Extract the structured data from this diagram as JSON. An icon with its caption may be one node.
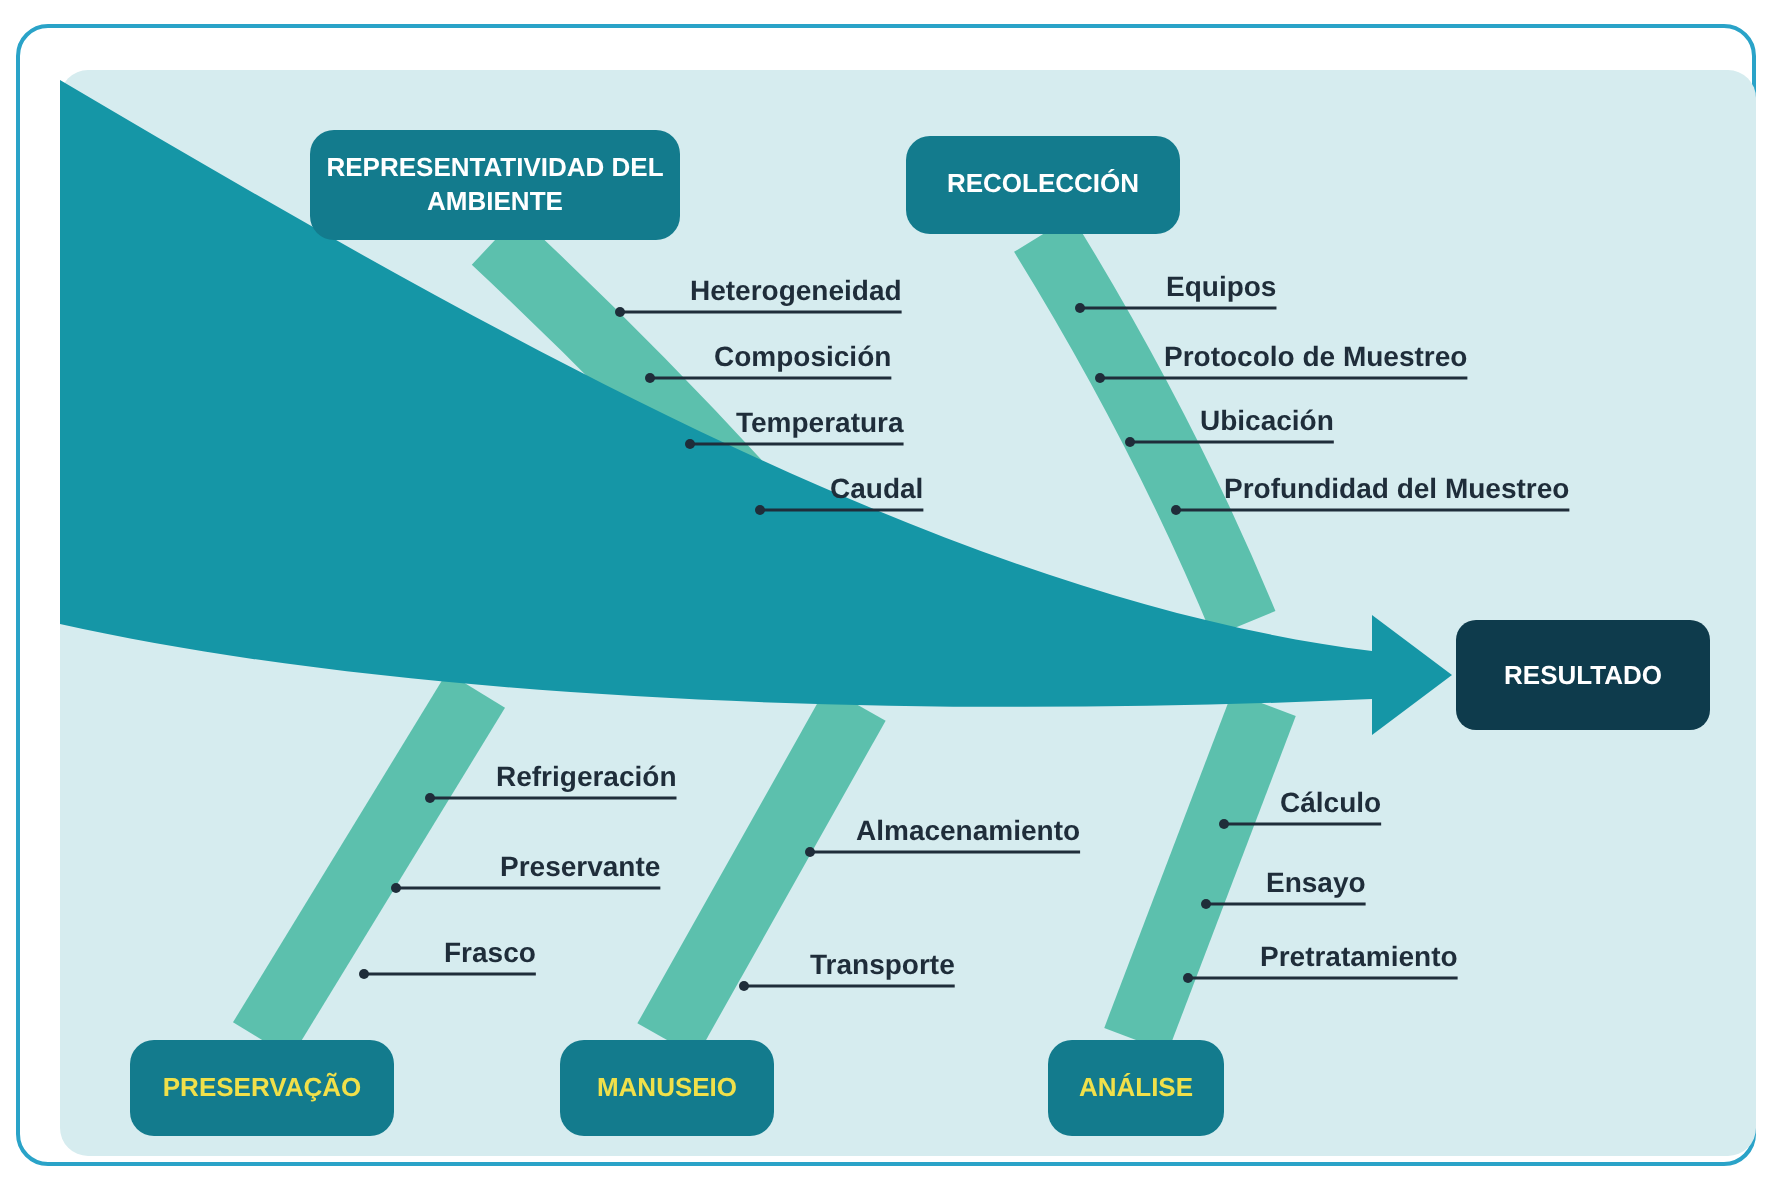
{
  "diagram": {
    "nodes": [
      {
        "text": [
          "REPRESENTATIVIDAD DEL AMBIENTE"
        ]
      },
      {
        "text": [
          "RECOLECCIÓN"
        ]
      },
      {
        "text": [
          "PRESERVAÇÃO"
        ]
      },
      {
        "text": [
          "MANUSEIO"
        ]
      },
      {
        "text": [
          "ANÁLISE"
        ]
      },
      {
        "text": [
          "RESULTADO"
        ]
      },
      {
        "text": [
          "Heterogeneidad"
        ]
      },
      {
        "text": [
          "Composición"
        ]
      },
      {
        "text": [
          "Temperatura"
        ]
      },
      {
        "text": [
          "Caudal"
        ]
      },
      {
        "text": [
          "Equipos"
        ]
      },
      {
        "text": [
          "Protocolo de Muestreo"
        ]
      },
      {
        "text": [
          "Ubicación"
        ]
      },
      {
        "text": [
          "Profundidad del Muestreo"
        ]
      },
      {
        "text": [
          "Refrigeración"
        ]
      },
      {
        "text": [
          "Preservante"
        ]
      },
      {
        "text": [
          "Frasco"
        ]
      },
      {
        "text": [
          "Almacenamiento"
        ]
      },
      {
        "text": [
          "Transporte"
        ]
      },
      {
        "text": [
          "Cálculo"
        ]
      },
      {
        "text": [
          "Ensayo"
        ]
      },
      {
        "text": [
          "Pretratamiento"
        ]
      }
    ],
    "edges": [
      {
        "from": null,
        "to": 5,
        "arrow": "to",
        "style": "thick",
        "color": "#1596a6"
      },
      {
        "from": 0,
        "to": null,
        "arrow": "none",
        "style": "thick",
        "color": "#5cc0ad"
      },
      {
        "from": 1,
        "to": null,
        "arrow": "none",
        "style": "thick",
        "color": "#5cc0ad"
      },
      {
        "from": 2,
        "to": null,
        "arrow": "none",
        "style": "thick",
        "color": "#5cc0ad"
      },
      {
        "from": 3,
        "to": null,
        "arrow": "none",
        "style": "thick",
        "color": "#5cc0ad"
      },
      {
        "from": 4,
        "to": null,
        "arrow": "none",
        "style": "thick",
        "color": "#5cc0ad"
      },
      {
        "from": 6,
        "to": null,
        "arrow": "other"
      },
      {
        "from": 7,
        "to": null,
        "arrow": "other"
      },
      {
        "from": 8,
        "to": null,
        "arrow": "other"
      },
      {
        "from": 9,
        "to": null,
        "arrow": "other"
      },
      {
        "from": 10,
        "to": null,
        "arrow": "other"
      },
      {
        "from": 11,
        "to": null,
        "arrow": "other"
      },
      {
        "from": 12,
        "to": null,
        "arrow": "other"
      },
      {
        "from": 13,
        "to": null,
        "arrow": "other"
      },
      {
        "from": 14,
        "to": null,
        "arrow": "other"
      },
      {
        "from": 15,
        "to": null,
        "arrow": "other"
      },
      {
        "from": 16,
        "to": null,
        "arrow": "other"
      },
      {
        "from": 17,
        "to": null,
        "arrow": "other"
      },
      {
        "from": 18,
        "to": null,
        "arrow": "other"
      },
      {
        "from": 19,
        "to": null,
        "arrow": "other"
      },
      {
        "from": 20,
        "to": null,
        "arrow": "other"
      },
      {
        "from": 21,
        "to": null,
        "arrow": "other"
      }
    ]
  }
}
